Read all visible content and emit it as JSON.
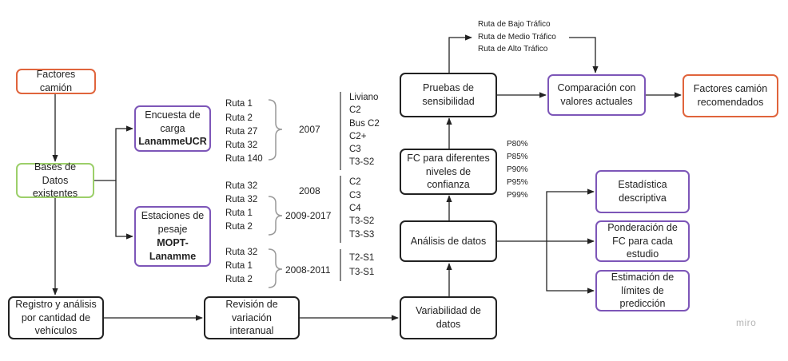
{
  "nodes": {
    "factores_camion": "Factores camión",
    "bases_datos": "Bases de Datos existentes",
    "encuesta_carga": "Encuesta de carga",
    "encuesta_org": "LanammeUCR",
    "estaciones_pesaje": "Estaciones de pesaje",
    "estaciones_org": "MOPT-Lanamme",
    "registro_analisis": "Registro y análisis por cantidad de vehículos",
    "revision_variacion": "Revisión de variación interanual",
    "variabilidad_datos": "Variabilidad de datos",
    "analisis_datos": "Análisis de datos",
    "fc_niveles": "FC para diferentes niveles de confianza",
    "pruebas_sensibilidad": "Pruebas de sensibilidad",
    "comparacion_valores": "Comparación con valores actuales",
    "factores_recomendados": "Factores camión recomendados",
    "estadistica_descriptiva": "Estadística descriptiva",
    "ponderacion_fc": "Ponderación de FC para cada estudio",
    "estimacion_limites": "Estimación de límites de predicción"
  },
  "encuesta_rutas": [
    "Ruta 1",
    "Ruta 2",
    "Ruta 27",
    "Ruta 32",
    "Ruta 140"
  ],
  "encuesta_year": "2007",
  "encuesta_vehiculos": [
    "Liviano",
    "C2",
    "Bus C2",
    "C2+",
    "C3",
    "T3-S2"
  ],
  "pesaje_2008_rutas": [
    "Ruta 32"
  ],
  "pesaje_2008_year": "2008",
  "pesaje_2009_rutas": [
    "Ruta 32",
    "Ruta 1",
    "Ruta 2"
  ],
  "pesaje_2009_year": "2009-2017",
  "pesaje_vehiculos": [
    "C2",
    "C3",
    "C4",
    "T3-S2",
    "T3-S3"
  ],
  "pesaje_2011_rutas": [
    "Ruta 32",
    "Ruta 1",
    "Ruta 2"
  ],
  "pesaje_2011_year": "2008-2011",
  "pesaje_2011_vehiculos": [
    "T2-S1",
    "T3-S1"
  ],
  "percentiles": [
    "P80%",
    "P85%",
    "P90%",
    "P95%",
    "P99%"
  ],
  "trafico": [
    "Ruta de Bajo Tráfico",
    "Ruta de Medio Tráfico",
    "Ruta de Alto Tráfico"
  ],
  "watermark": "miro"
}
